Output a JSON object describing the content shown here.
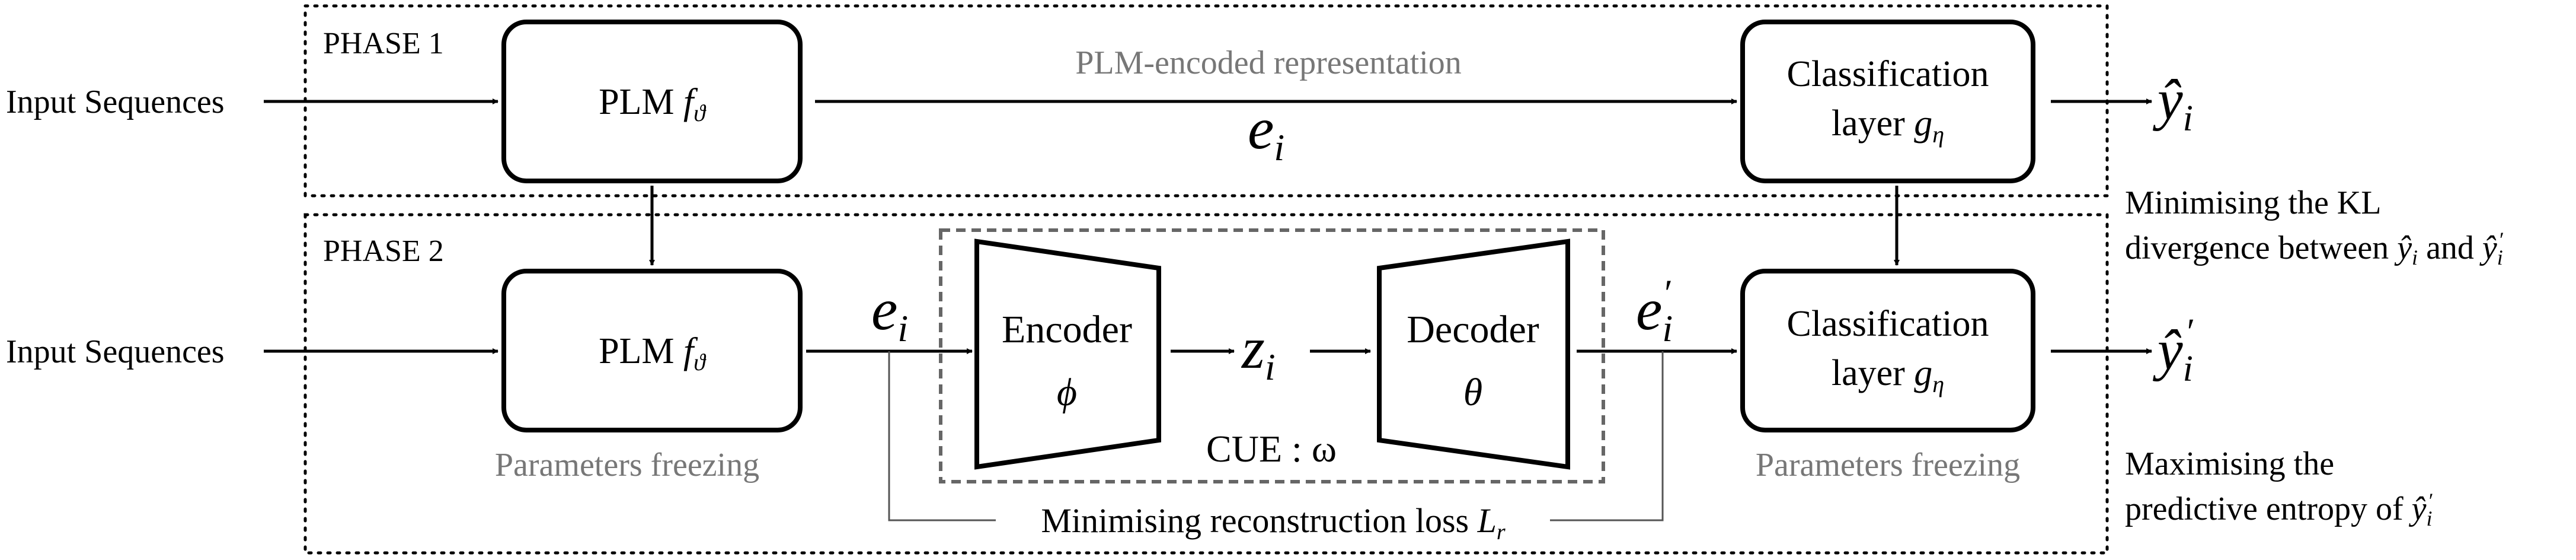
{
  "phase1": {
    "label": "PHASE 1",
    "input": "Input Sequences",
    "plm": {
      "name": "PLM",
      "sym": "f",
      "sub": "ϑ"
    },
    "arrow_label": "PLM-encoded representation",
    "e_var": "e",
    "e_sub": "i",
    "cls": {
      "line1": "Classification",
      "line2": "layer",
      "sym": "g",
      "sub": "η"
    },
    "out_var": "ŷ",
    "out_sub": "i"
  },
  "phase2": {
    "label": "PHASE 2",
    "input": "Input Sequences",
    "plm": {
      "name": "PLM",
      "sym": "f",
      "sub": "ϑ"
    },
    "plm_note": "Parameters freezing",
    "e_var": "e",
    "e_sub": "i",
    "encoder": {
      "name": "Encoder",
      "sym": "ϕ"
    },
    "z_var": "z",
    "z_sub": "i",
    "decoder": {
      "name": "Decoder",
      "sym": "θ"
    },
    "cue_label": "CUE : ω",
    "e_prime_var": "e",
    "e_prime_sub": "i",
    "e_prime_mark": "′",
    "cls": {
      "line1": "Classification",
      "line2": "layer",
      "sym": "g",
      "sub": "η"
    },
    "cls_note": "Parameters freezing",
    "out_var": "ŷ",
    "out_sub": "i",
    "out_mark": "′",
    "recon_text": "Minimising reconstruction loss",
    "recon_sym": "L",
    "recon_sub": "r"
  },
  "notes": {
    "kl_line1": "Minimising the KL",
    "kl_line2": "divergence between",
    "kl_y1": "ŷ",
    "kl_y1_sub": "i",
    "kl_and": "and",
    "kl_y2": "ŷ",
    "kl_y2_sub": "i",
    "kl_y2_mark": "′",
    "ent_line1": "Maximising the",
    "ent_line2": "predictive entropy of",
    "ent_y": "ŷ",
    "ent_y_sub": "i",
    "ent_y_mark": "′"
  }
}
